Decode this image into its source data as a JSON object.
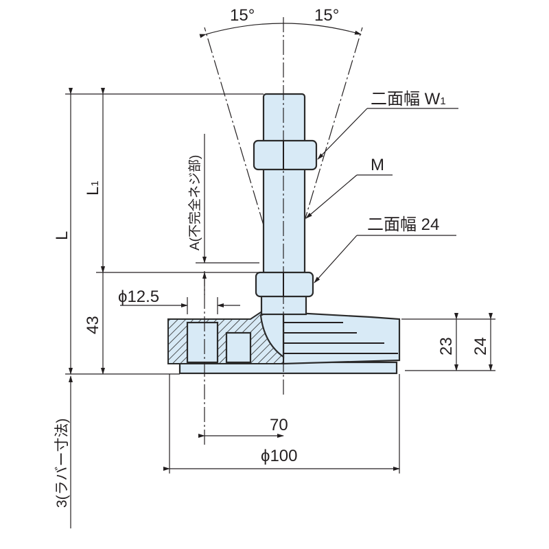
{
  "title": "Leveling foot dimension drawing",
  "angles": {
    "left": "15°",
    "right": "15°"
  },
  "callouts": {
    "width_across_flats_w1": {
      "text": "二面幅 W",
      "sub": "1"
    },
    "thread": "M",
    "width_across_flats_24": "二面幅 24"
  },
  "dimensions": {
    "L": "L",
    "L1": {
      "text": "L",
      "sub": "1"
    },
    "d43": "43",
    "A": "A(不完全ネジ部)",
    "phi12_5": "ϕ12.5",
    "d70": "70",
    "phi100": "ϕ100",
    "d23": "23",
    "d24": "24",
    "rubber": "3(ラバー寸法)"
  },
  "colors": {
    "part_fill": "#d8eaf6",
    "line": "#231f20"
  }
}
